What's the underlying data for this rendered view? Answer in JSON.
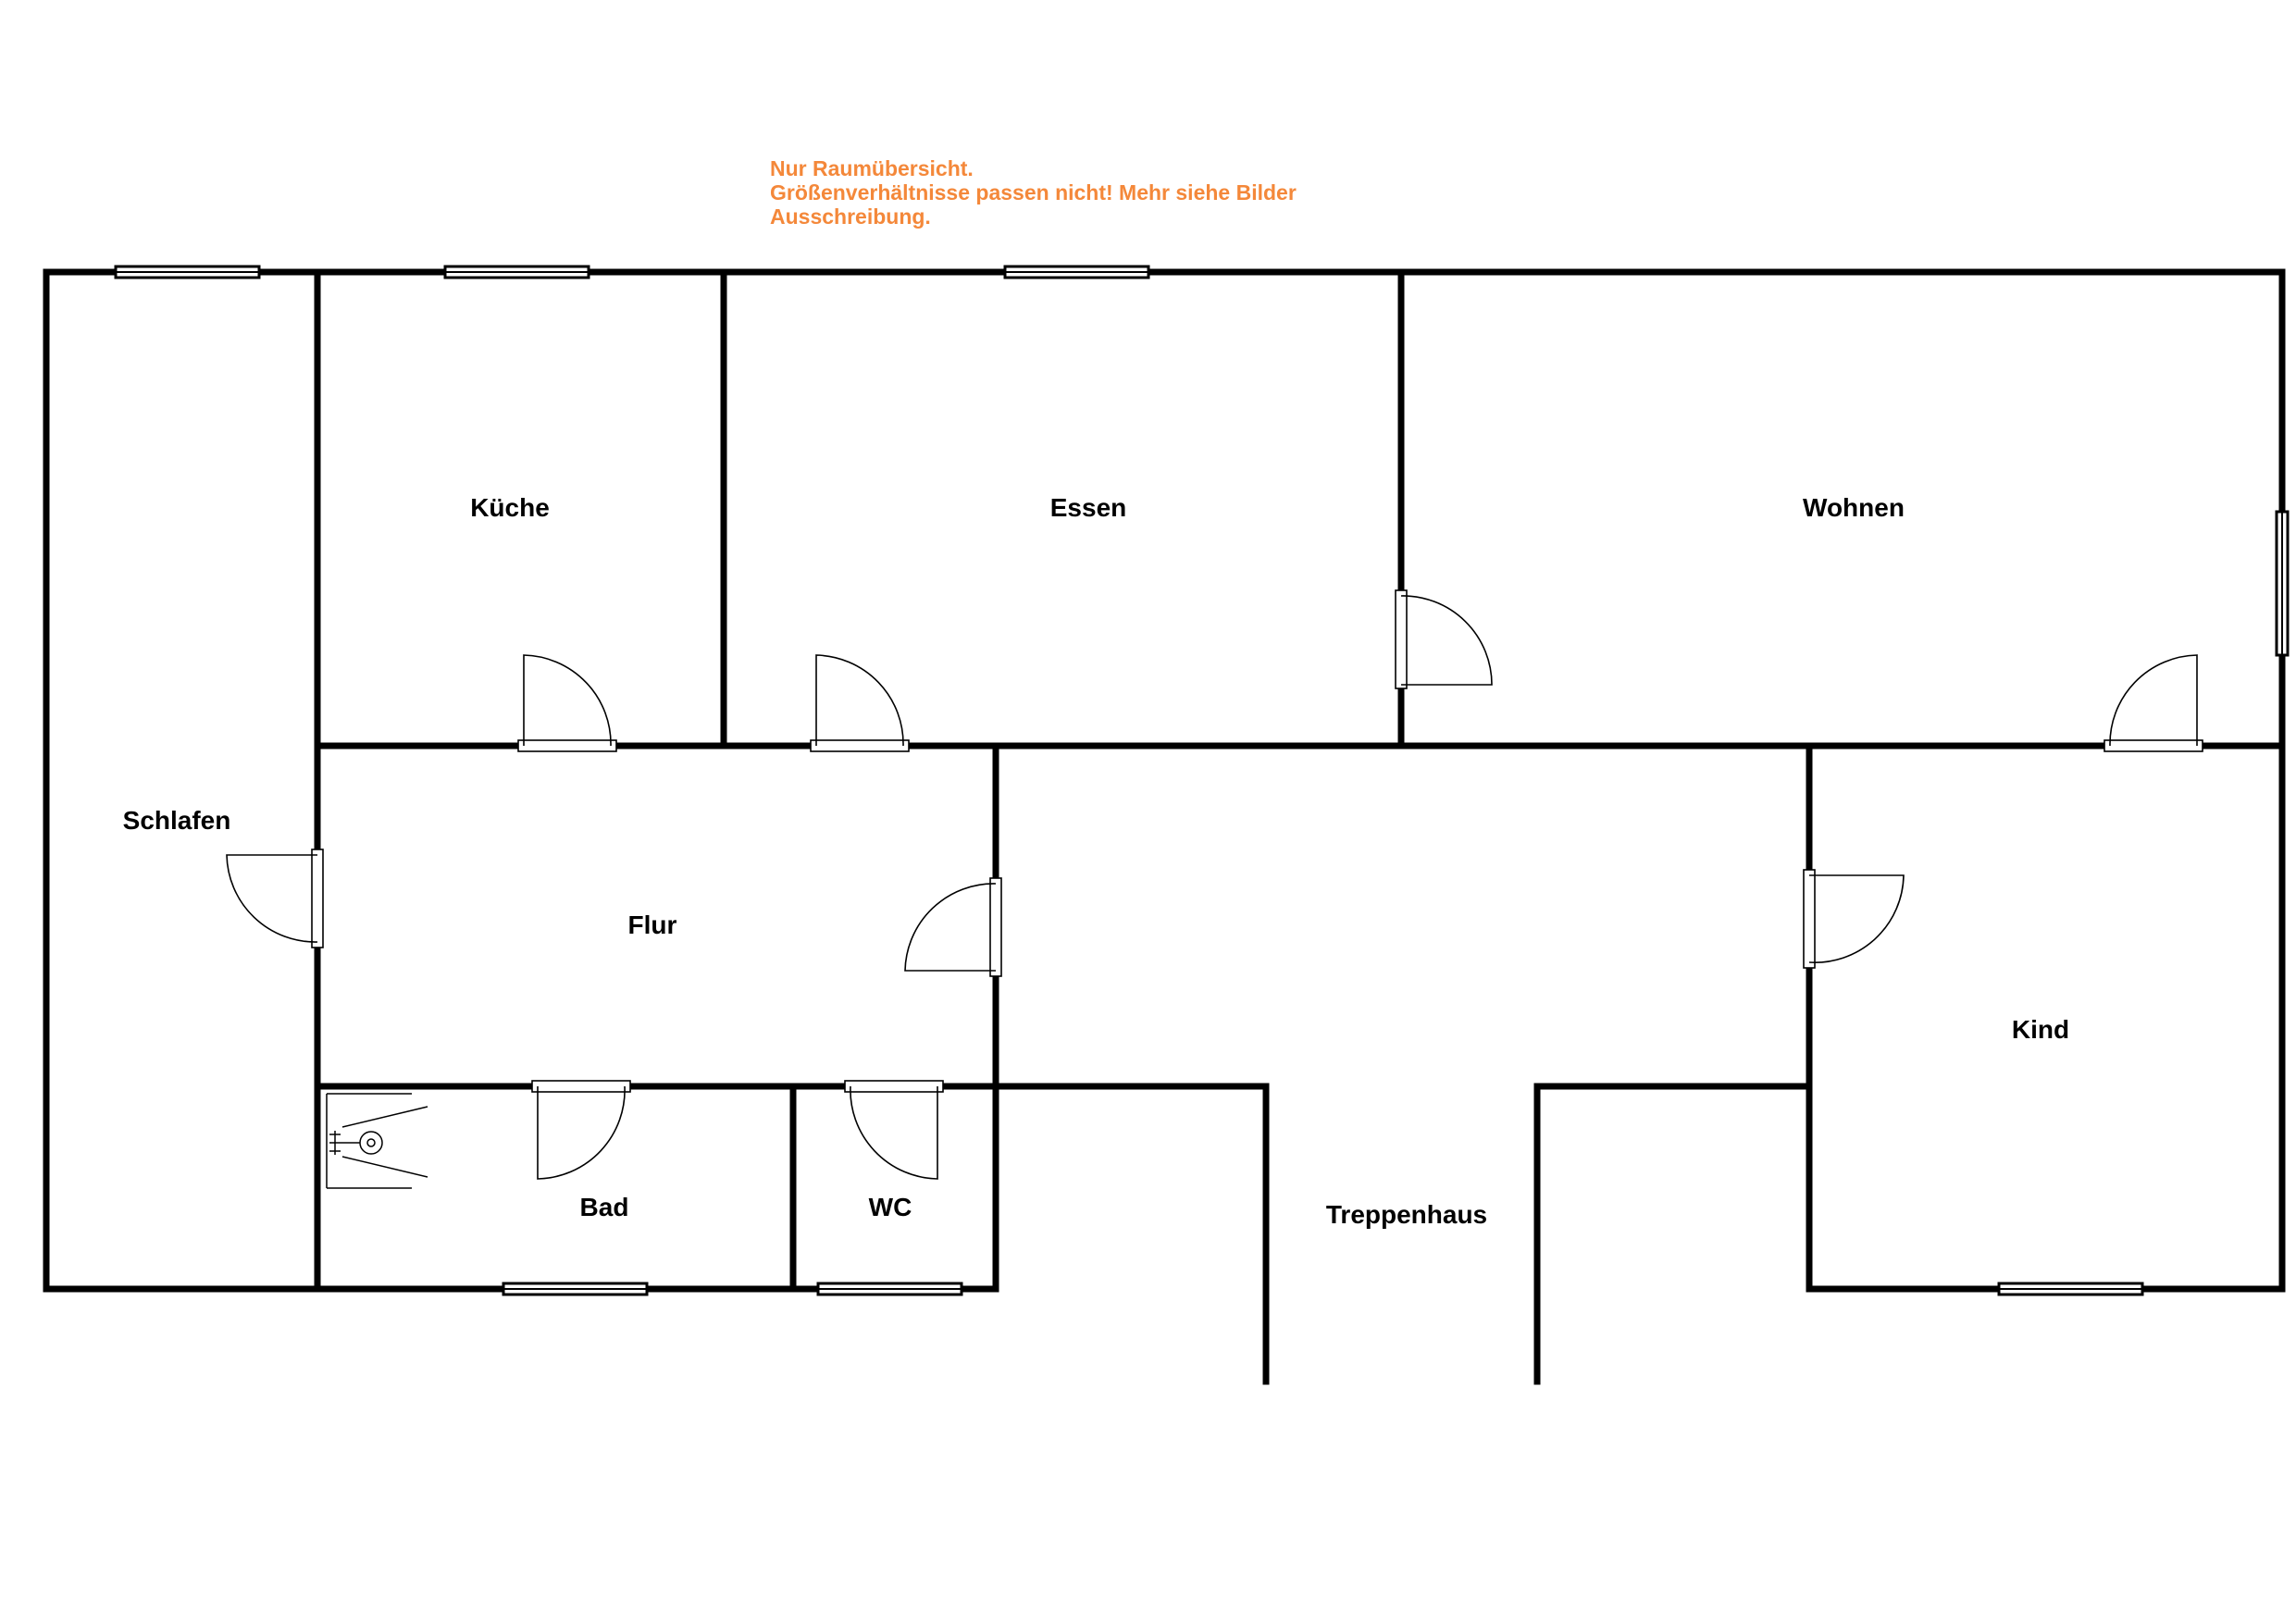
{
  "note": {
    "line1": "Nur Raumübersicht.",
    "line2": "Größenverhältnisse passen nicht! Mehr siehe Bilder",
    "line3": "Ausschreibung.",
    "color": "#f4883a"
  },
  "rooms": {
    "kueche": "Küche",
    "essen": "Essen",
    "wohnen": "Wohnen",
    "schlafen": "Schlafen",
    "flur": "Flur",
    "kind": "Kind",
    "bad": "Bad",
    "wc": "WC",
    "treppenhaus": "Treppenhaus"
  }
}
